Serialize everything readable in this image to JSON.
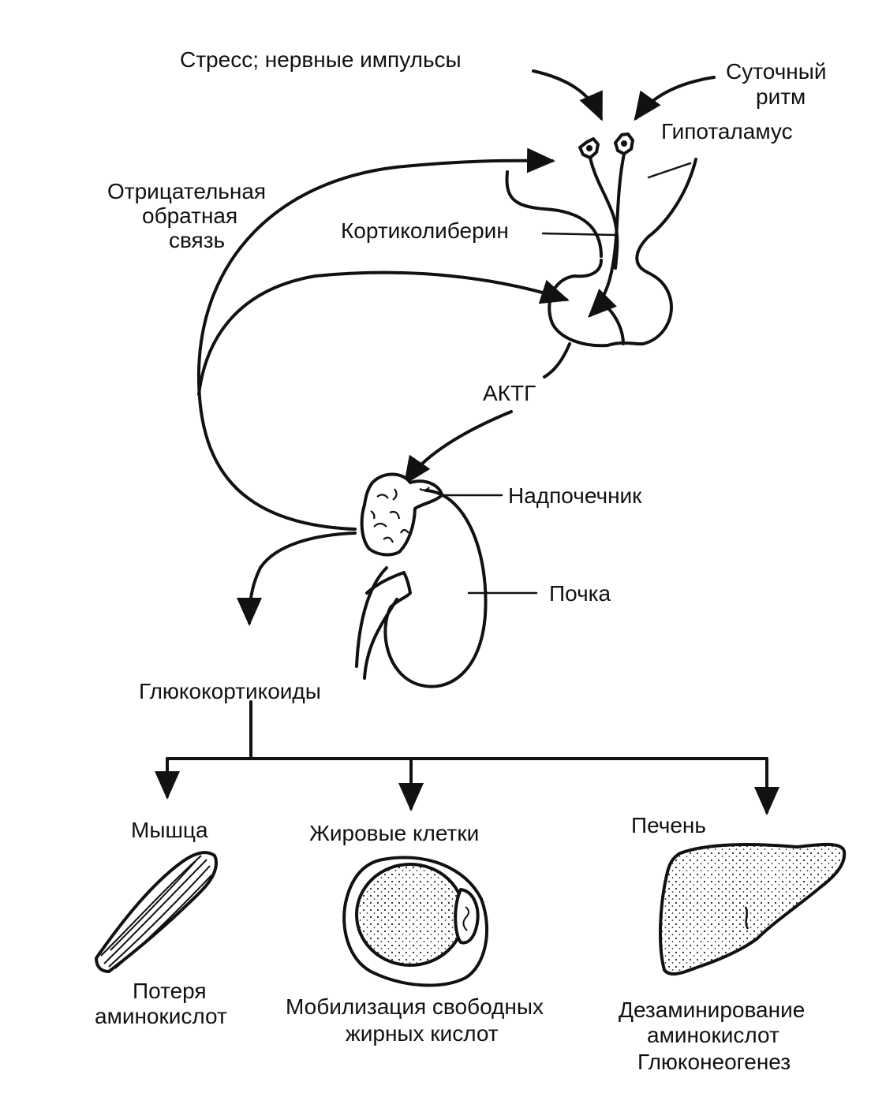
{
  "labels": {
    "stress": "Стресс; нервные импульсы",
    "circadian_line1": "Суточный",
    "circadian_line2": "ритм",
    "hypothalamus": "Гипоталамус",
    "feedback_line1": "Отрицательная",
    "feedback_line2": "обратная",
    "feedback_line3": "связь",
    "corticoliberin": "Кортиколиберин",
    "acth": "АКТГ",
    "adrenal": "Надпочечник",
    "kidney": "Почка",
    "glucocorticoids": "Глюкокортикоиды",
    "muscle": "Мышца",
    "fat_cells": "Жировые клетки",
    "liver": "Печень",
    "muscle_effect_line1": "Потеря",
    "muscle_effect_line2": "аминокислот",
    "fat_effect_line1": "Мобилизация свободных",
    "fat_effect_line2": "жирных кислот",
    "liver_effect_line1": "Дезаминирование",
    "liver_effect_line2": "аминокислот",
    "liver_effect_line3": "Глюконеогенез"
  },
  "colors": {
    "ink": "#111111",
    "paper": "#ffffff"
  }
}
